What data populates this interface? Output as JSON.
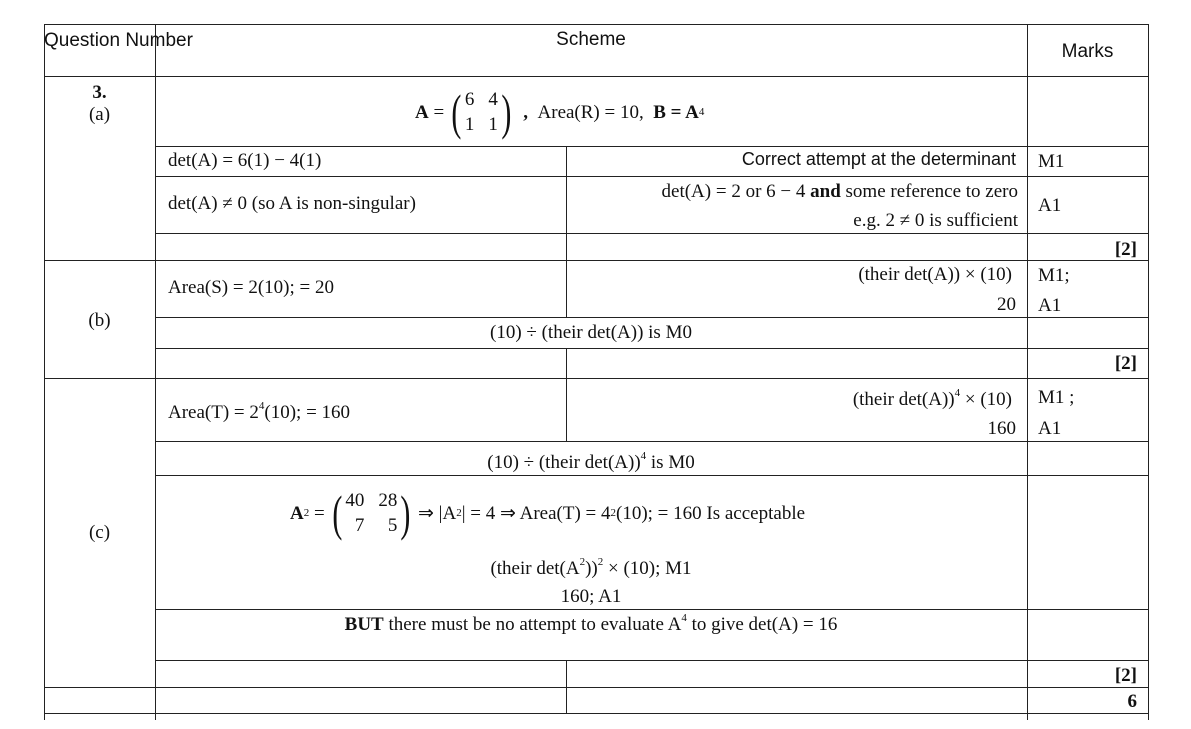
{
  "header": {
    "question_number": "Question Number",
    "scheme": "Scheme",
    "marks": "Marks"
  },
  "q": {
    "number": "3.",
    "a": "(a)",
    "b": "(b)",
    "c": "(c)"
  },
  "a": {
    "given": {
      "A": "A",
      "matrix": [
        "6",
        "4",
        "1",
        "1"
      ],
      "area": "Area(R) = 10,",
      "B": "B = A",
      "B_exp": "4"
    },
    "row1": {
      "work": "det(A) = 6(1) − 4(1)",
      "note": "Correct attempt at the determinant",
      "mark": "M1"
    },
    "row2": {
      "work": "det(A) ≠ 0  (so A is non-singular)",
      "note1_pre": "det(A) = 2 or 6 − 4 ",
      "note1_bold": "and",
      "note1_post": " some reference to zero",
      "note2": "e.g. 2 ≠ 0 is sufficient",
      "mark": "A1"
    },
    "total": "[2]"
  },
  "b": {
    "work": "Area(S) = 2(10); = 20",
    "note1": "(their det(A)) × (10)",
    "note2": "20",
    "mark1": "M1;",
    "mark2": "A1",
    "alt": "(10) ÷ (their det(A)) is M0",
    "total": "[2]"
  },
  "c": {
    "work_pre": "Area(T) = 2",
    "work_exp": "4",
    "work_post": "(10); = 160",
    "note1_pre": "(their det(A))",
    "note1_exp": "4",
    "note1_post": " × (10)",
    "note2": "160",
    "mark1": "M1 ;",
    "mark2": "A1",
    "alt_pre": "(10) ÷ (their det(A))",
    "alt_exp": "4",
    "alt_post": " is M0",
    "alt2": {
      "lhs": "A",
      "lhs_exp": "2",
      "matrix": [
        "40",
        "28",
        "7",
        "5"
      ],
      "rest1": "⇒ |A",
      "rest1_exp": "2",
      "rest2": "| = 4 ⇒ Area(T) = 4",
      "rest2_exp": "2",
      "rest3": "(10); = 160  Is acceptable",
      "line2_pre": "(their det(A",
      "line2_exp1": "2",
      "line2_mid": "))",
      "line2_exp2": "2",
      "line2_post": " × (10); M1",
      "line3": "160; A1"
    },
    "but_bold": "BUT",
    "but_mid": " there must be no attempt to evaluate A",
    "but_exp": "4",
    "but_post": " to give det(A) = 16",
    "total": "[2]"
  },
  "grand_total": "6"
}
